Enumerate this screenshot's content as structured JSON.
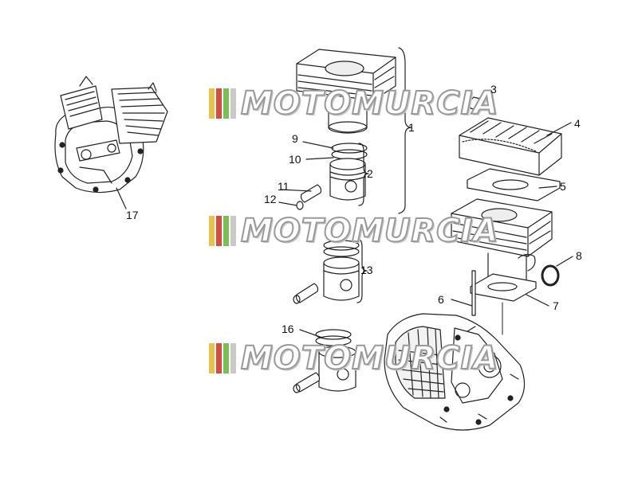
{
  "diagram": {
    "callouts": {
      "p1": "1",
      "p2": "2",
      "p3": "3",
      "p4": "4",
      "p5": "5",
      "p6": "6",
      "p7": "7",
      "p8": "8",
      "p9": "9",
      "p10": "10",
      "p11": "11",
      "p12": "12",
      "p13": "13",
      "p16": "16",
      "p17": "17"
    }
  },
  "watermark": {
    "text": "MOTOMURCIA",
    "flag_colors": [
      "#e8c24a",
      "#d94b3c",
      "#7bbf52",
      "#c9c9c9"
    ]
  },
  "colors": {
    "line": "#222222",
    "fill": "#ffffff",
    "shade": "#d8d8d8"
  }
}
